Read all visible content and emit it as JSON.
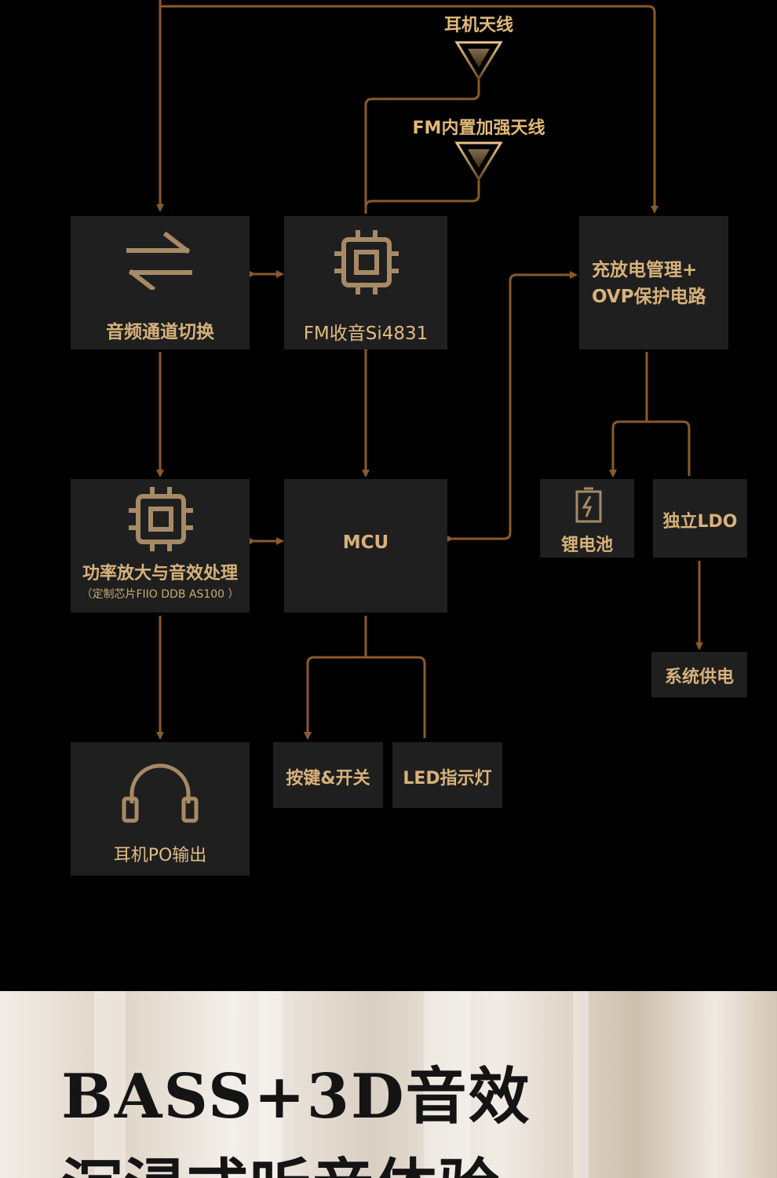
{
  "antennas": {
    "earphone": "耳机天线",
    "fm": "FM内置加强天线"
  },
  "blocks": {
    "audio_switch": "音频通道切换",
    "fm_radio": "FM收音Si4831",
    "charge": [
      "充放电管理+",
      "OVP保护电路"
    ],
    "amp": "功率放大与音效处理",
    "amp_note": "（定制芯片FIIO DDB AS100 ）",
    "mcu": "MCU",
    "battery": "锂电池",
    "ldo": "独立LDO",
    "system_power": "系统供电",
    "headphone_out": "耳机PO输出",
    "keys": "按键&开关",
    "led": "LED指示灯"
  },
  "icons": {
    "audio_switch": "swap-arrows-icon",
    "fm_radio": "chip-icon",
    "amp": "chip-icon",
    "battery": "battery-charging-icon",
    "headphone_out": "headphones-icon",
    "antenna": "triangle-antenna-icon"
  },
  "colors": {
    "background": "#000000",
    "box": "#1f1f1f",
    "text_gold": "#d8b27b",
    "wire": "#8a5a2b",
    "icon_gold": "#a68a66"
  },
  "banner": {
    "line1": "BASS+3D音效",
    "line2": "沉浸式听音体验"
  }
}
